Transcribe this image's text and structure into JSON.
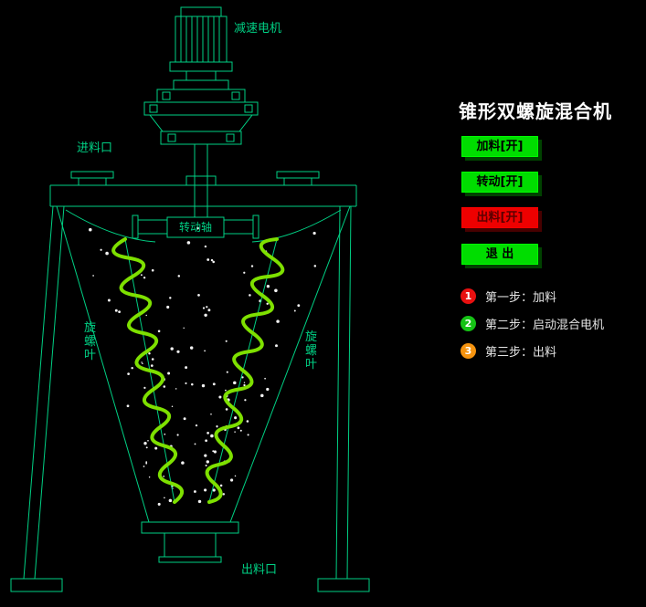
{
  "diagram": {
    "labels": {
      "motor": "减速电机",
      "inlet": "进料口",
      "shaft": "转动轴",
      "screw_left": "旋螺叶",
      "screw_right": "旋螺叶",
      "outlet": "出料口"
    },
    "colors": {
      "line": "#00d084",
      "screw": "#7ee000",
      "particle": "#ffffff"
    }
  },
  "panel": {
    "title": "锥形双螺旋混合机",
    "buttons": [
      {
        "label": "加料[开]",
        "color": "#00dd00",
        "text_color": "#000000"
      },
      {
        "label": "转动[开]",
        "color": "#00dd00",
        "text_color": "#000000"
      },
      {
        "label": "出料[开]",
        "color": "#ee0000",
        "text_color": "#5c0000"
      },
      {
        "label": "退 出",
        "color": "#00dd00",
        "text_color": "#000000"
      }
    ],
    "steps": [
      {
        "num": "1",
        "text": "第一步：加料",
        "color": "#e81010"
      },
      {
        "num": "2",
        "text": "第二步：启动混合电机",
        "color": "#15c215"
      },
      {
        "num": "3",
        "text": "第三步：出料",
        "color": "#f5930f"
      }
    ]
  }
}
